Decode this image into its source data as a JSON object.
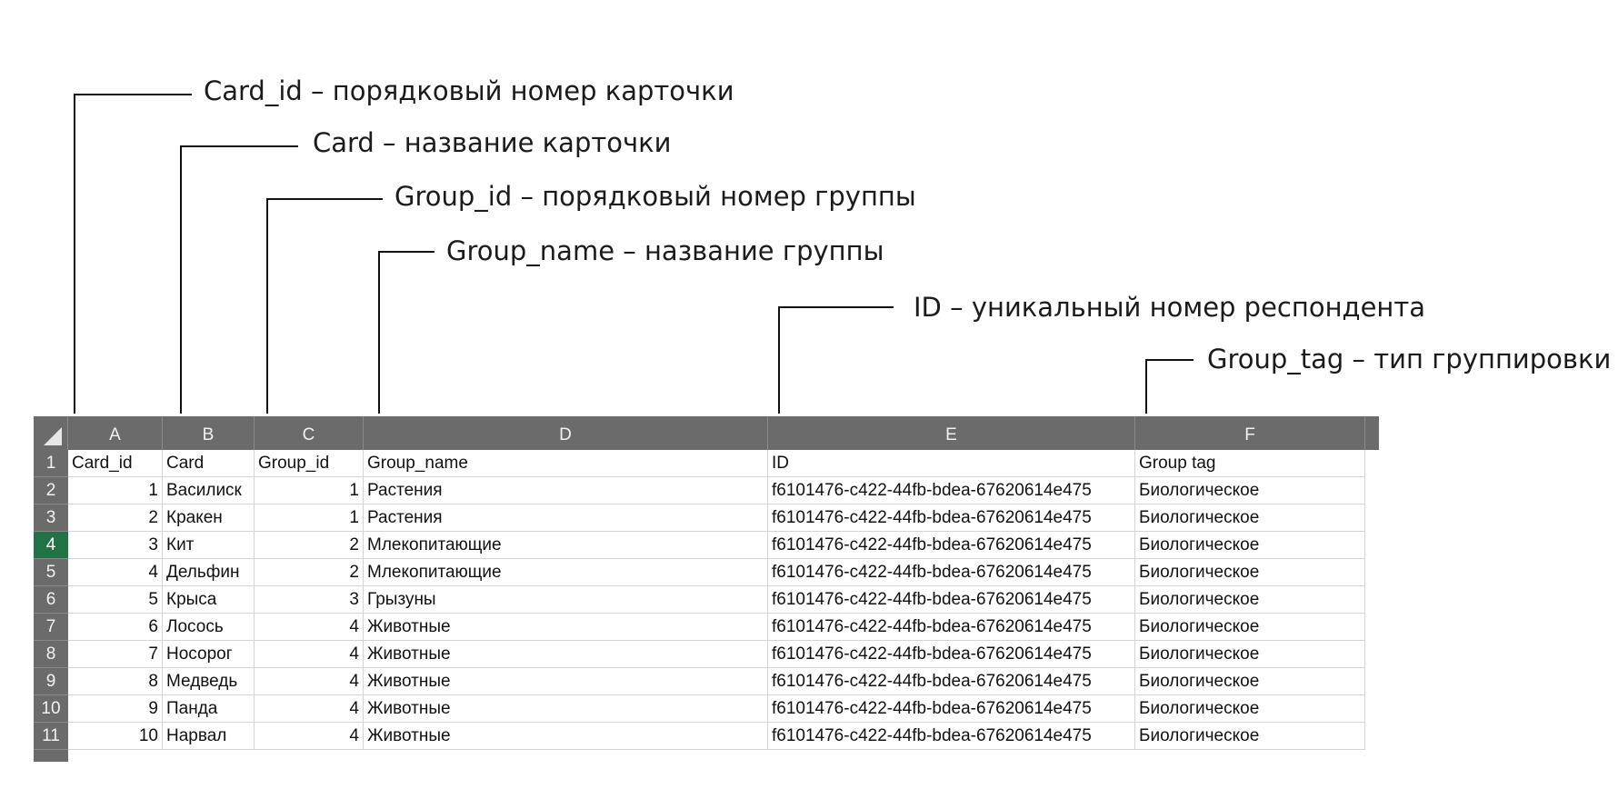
{
  "annotations": [
    {
      "key": "card_id",
      "text": "Card_id – порядковый номер карточки"
    },
    {
      "key": "card",
      "text": "Card – название карточки"
    },
    {
      "key": "group_id",
      "text": "Group_id – порядковый номер группы"
    },
    {
      "key": "group_name",
      "text": "Group_name – название группы"
    },
    {
      "key": "id",
      "text": "ID – уникальный номер респондента"
    },
    {
      "key": "group_tag",
      "text": "Group_tag – тип группировки"
    }
  ],
  "sheet": {
    "column_letters": [
      "A",
      "B",
      "C",
      "D",
      "E",
      "F"
    ],
    "row_numbers": [
      "1",
      "2",
      "3",
      "4",
      "5",
      "6",
      "7",
      "8",
      "9",
      "10",
      "11"
    ],
    "active_row": "4",
    "header_row": [
      "Card_id",
      "Card",
      "Group_id",
      "Group_name",
      "ID",
      "Group tag"
    ],
    "rows": [
      [
        "1",
        "Василиск",
        "1",
        "Растения",
        "f6101476-c422-44fb-bdea-67620614e475",
        "Биологическое"
      ],
      [
        "2",
        "Кракен",
        "1",
        "Растения",
        "f6101476-c422-44fb-bdea-67620614e475",
        "Биологическое"
      ],
      [
        "3",
        "Кит",
        "2",
        "Млекопитающие",
        "f6101476-c422-44fb-bdea-67620614e475",
        "Биологическое"
      ],
      [
        "4",
        "Дельфин",
        "2",
        "Млекопитающие",
        "f6101476-c422-44fb-bdea-67620614e475",
        "Биологическое"
      ],
      [
        "5",
        "Крыса",
        "3",
        "Грызуны",
        "f6101476-c422-44fb-bdea-67620614e475",
        "Биологическое"
      ],
      [
        "6",
        "Лосось",
        "4",
        "Животные",
        "f6101476-c422-44fb-bdea-67620614e475",
        "Биологическое"
      ],
      [
        "7",
        "Носорог",
        "4",
        "Животные",
        "f6101476-c422-44fb-bdea-67620614e475",
        "Биологическое"
      ],
      [
        "8",
        "Медведь",
        "4",
        "Животные",
        "f6101476-c422-44fb-bdea-67620614e475",
        "Биологическое"
      ],
      [
        "9",
        "Панда",
        "4",
        "Животные",
        "f6101476-c422-44fb-bdea-67620614e475",
        "Биологическое"
      ],
      [
        "10",
        "Нарвал",
        "4",
        "Животные",
        "f6101476-c422-44fb-bdea-67620614e475",
        "Биологическое"
      ]
    ]
  },
  "colors": {
    "header_bg": "#6b6b6b",
    "active_row_bg": "#217346",
    "grid_line": "#d4d4d4",
    "annotation_line": "#111111"
  }
}
